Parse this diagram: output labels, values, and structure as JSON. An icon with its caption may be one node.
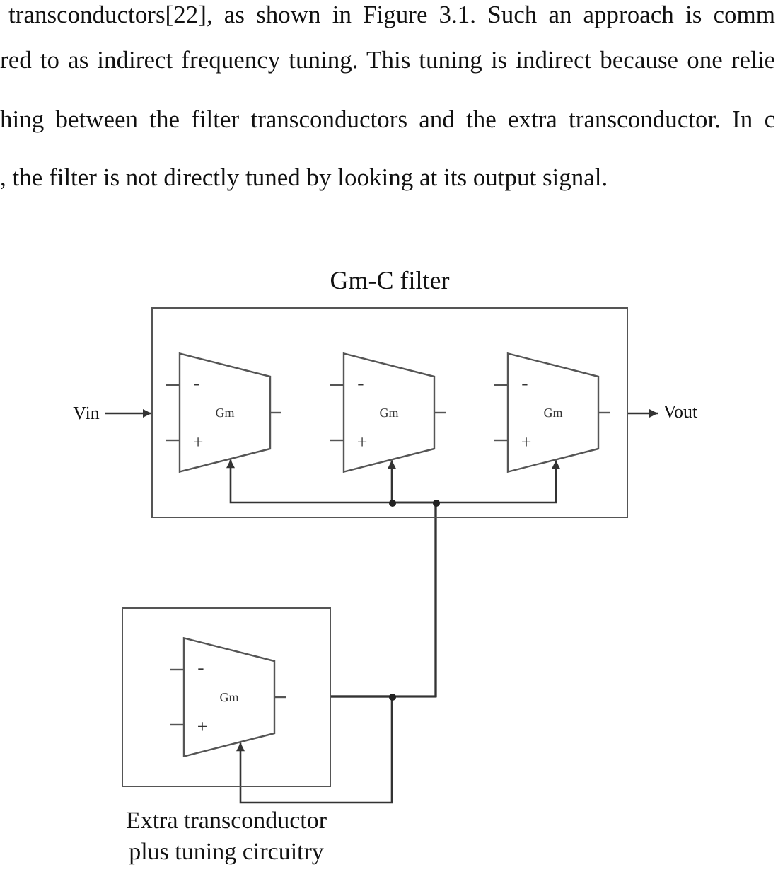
{
  "diagram": {
    "nodes": [
      {
        "text": [
          "Gm-C filter"
        ]
      },
      {
        "text": [
          "-",
          "Gm",
          "+"
        ],
        "in": 0
      },
      {
        "text": [
          "-",
          "Gm",
          "+"
        ],
        "in": 0
      },
      {
        "text": [
          "-",
          "Gm",
          "+"
        ],
        "in": 0
      },
      {
        "text": [
          "Extra transconductor plus tuning circuitry"
        ]
      },
      {
        "text": [
          "-",
          "Gm",
          "+"
        ],
        "in": 4
      },
      {
        "text": [
          "Vin"
        ]
      },
      {
        "text": [
          "Vout"
        ]
      }
    ],
    "edges": [
      {
        "from": 6,
        "to": 0,
        "arrow": "to"
      },
      {
        "from": 0,
        "to": 7,
        "arrow": "to"
      },
      {
        "from": 4,
        "to": 1,
        "arrow": "to"
      },
      {
        "from": 4,
        "to": 2,
        "arrow": "to"
      },
      {
        "from": 4,
        "to": 3,
        "arrow": "to"
      },
      {
        "from": 4,
        "to": 5,
        "arrow": "to"
      }
    ],
    "labels": [
      "transconductors[22], as shown in Figure 3.1. Such an approach is comm",
      "red to as indirect frequency tuning. This tuning is indirect because one relie",
      "hing between the filter transconductors and the extra transconductor. In c",
      ", the filter is not directly tuned by looking at its output signal."
    ]
  }
}
